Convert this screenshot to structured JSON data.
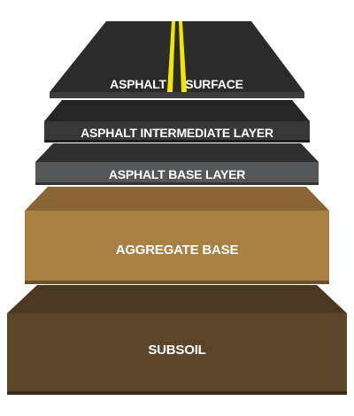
{
  "layers": [
    {
      "id": "asphalt-surface",
      "label_left": "ASPHALT",
      "label_right": "SURFACE",
      "top_color": "#2b2b2b",
      "side_color": "#3d3d3d",
      "dark_color": "#141414"
    },
    {
      "id": "asphalt-intermediate-layer",
      "label": "ASPHALT INTERMEDIATE LAYER",
      "top_color": "#2f2f2f",
      "side_color": "#383838",
      "dark_color": "#1c1c1c"
    },
    {
      "id": "asphalt-base-layer",
      "label": "ASPHALT BASE LAYER",
      "top_color": "#3a3a3a",
      "side_color": "#555658",
      "dark_color": "#2a2a2a"
    },
    {
      "id": "aggregate-base",
      "label": "AGGREGATE BASE",
      "top_color": "#8a6535",
      "side_color": "#a87f44",
      "dark_color": "#6e4e27"
    },
    {
      "id": "subsoil",
      "label": "SUBSOIL",
      "top_color": "#4d3b26",
      "side_color": "#5c4428",
      "dark_color": "#3a2b19"
    }
  ],
  "road_marking_color": "#f2e600"
}
